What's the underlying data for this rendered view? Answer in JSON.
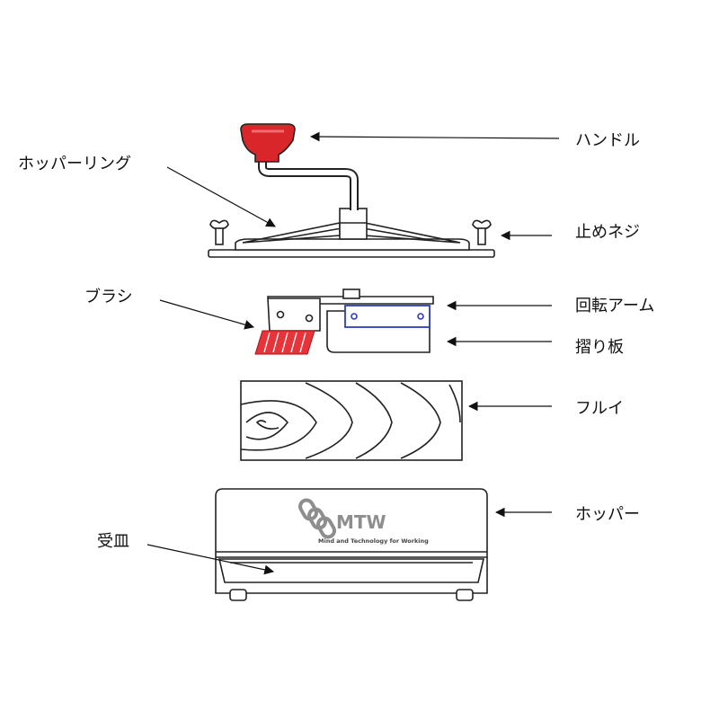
{
  "labels": {
    "handle": "ハンドル",
    "hopper_ring": "ホッパーリング",
    "stop_screw": "止めネジ",
    "brush": "ブラシ",
    "rotary_arm": "回転アーム",
    "scraper": "摺り板",
    "sieve": "フルイ",
    "hopper": "ホッパー",
    "tray": "受皿"
  },
  "logo": {
    "name": "MTW",
    "tagline": "Mind and Technology for Working"
  },
  "colors": {
    "handle_knob": "#d9262b",
    "brush_bristles": "#e8333a",
    "scraper_outline": "#2a3cc4",
    "logo_gray": "#8e8e8e",
    "line": "#222222"
  }
}
